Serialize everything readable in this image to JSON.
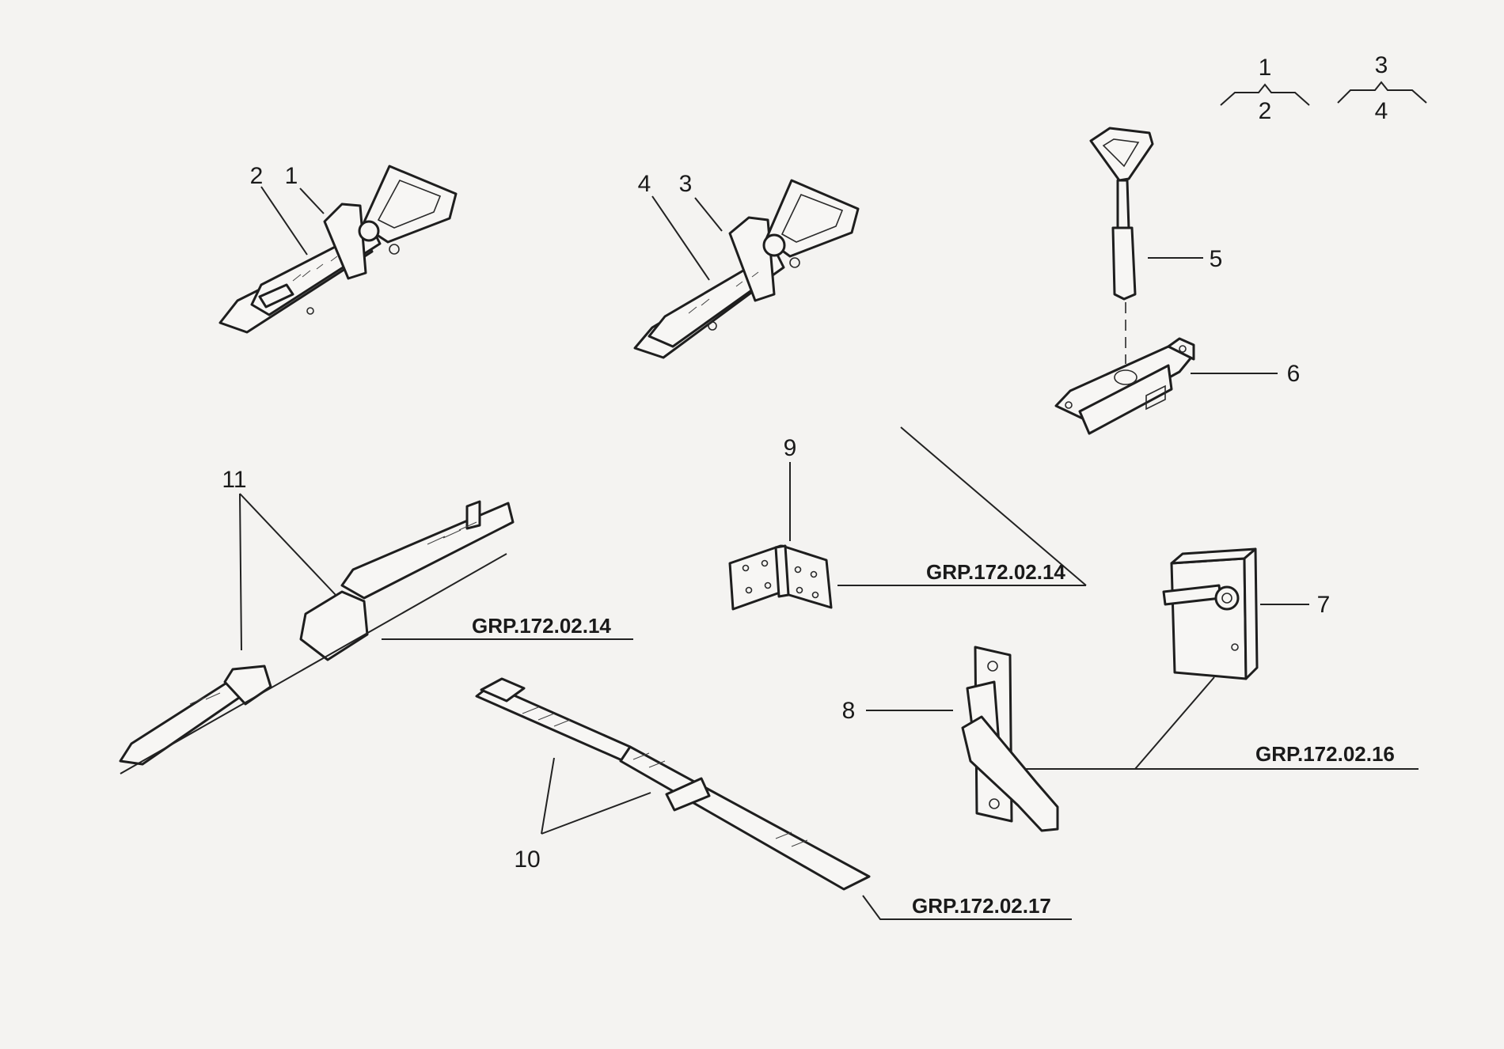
{
  "legend": {
    "left": {
      "top": "1",
      "bottom": "2"
    },
    "right": {
      "top": "3",
      "bottom": "4"
    }
  },
  "callouts": [
    {
      "id": "1",
      "label": "1"
    },
    {
      "id": "2",
      "label": "2"
    },
    {
      "id": "3",
      "label": "3"
    },
    {
      "id": "4",
      "label": "4"
    },
    {
      "id": "5",
      "label": "5"
    },
    {
      "id": "6",
      "label": "6"
    },
    {
      "id": "7",
      "label": "7"
    },
    {
      "id": "8",
      "label": "8"
    },
    {
      "id": "9",
      "label": "9"
    },
    {
      "id": "10",
      "label": "10"
    },
    {
      "id": "11",
      "label": "11"
    }
  ],
  "group_refs": {
    "hinge": "GRP.172.02.14",
    "strap_buckle": "GRP.172.02.14",
    "lock_bracket": "GRP.172.02.16",
    "strap": "GRP.172.02.17"
  }
}
